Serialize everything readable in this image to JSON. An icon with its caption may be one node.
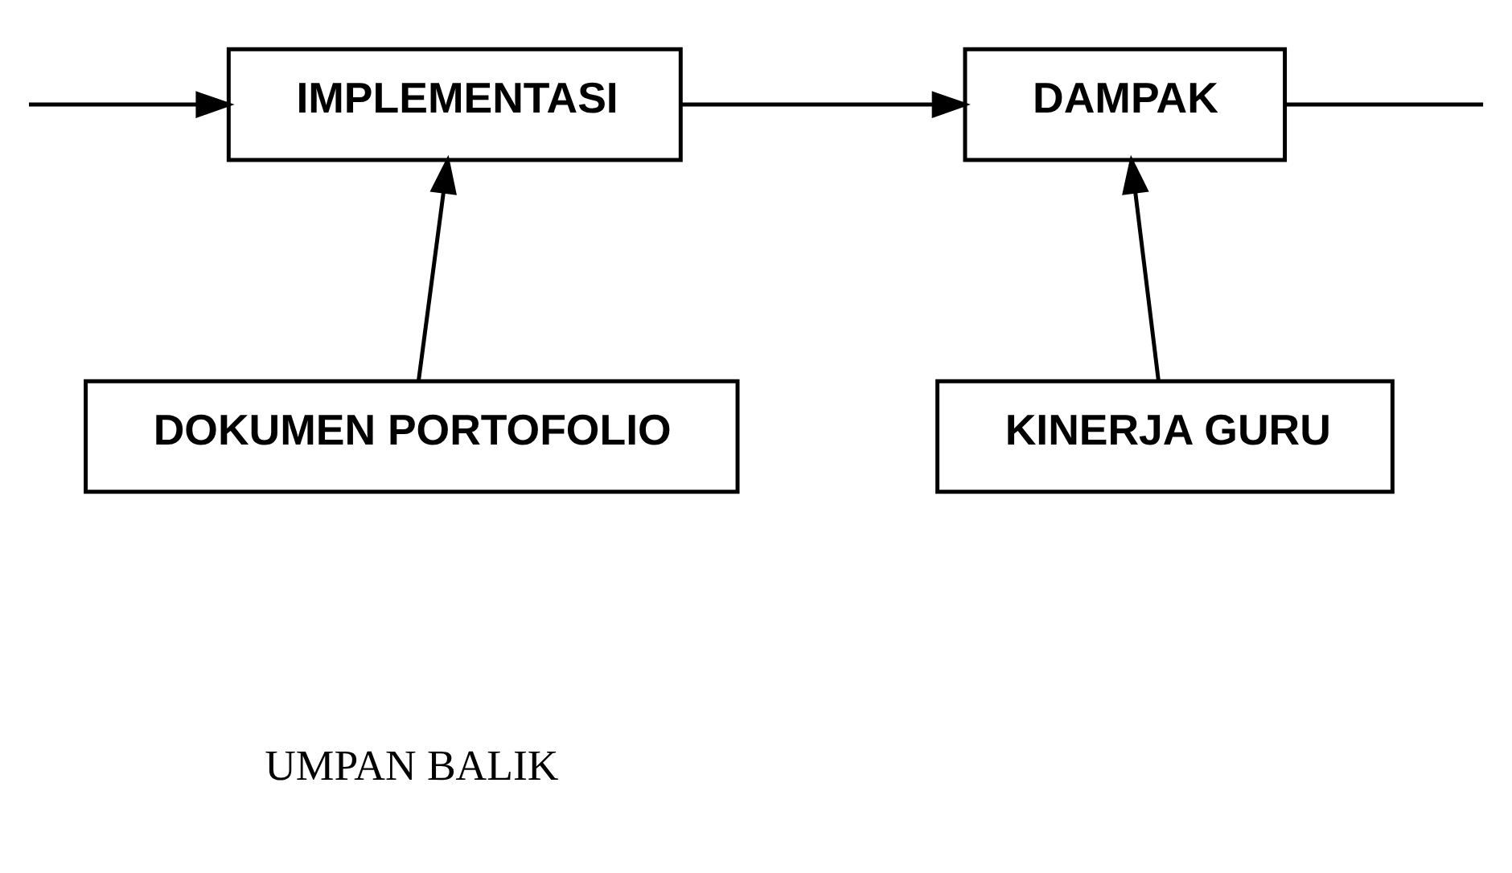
{
  "diagram": {
    "nodes": [
      {
        "text": [
          "IMPLEMENTASI"
        ]
      },
      {
        "text": [
          "DAMPAK"
        ]
      },
      {
        "text": [
          "DOKUMEN PORTOFOLIO"
        ]
      },
      {
        "text": [
          "KINERJA GURU"
        ]
      }
    ],
    "edges": [
      {
        "from": 0,
        "to": 1,
        "arrow": "to"
      },
      {
        "from": 2,
        "to": 0,
        "arrow": "to"
      },
      {
        "from": 3,
        "to": 1,
        "arrow": "to"
      },
      {
        "from": 1,
        "to": null,
        "arrow": "none"
      },
      {
        "from": null,
        "to": 0,
        "arrow": "to"
      }
    ],
    "labels": [
      "UMPAN BALIK"
    ]
  }
}
